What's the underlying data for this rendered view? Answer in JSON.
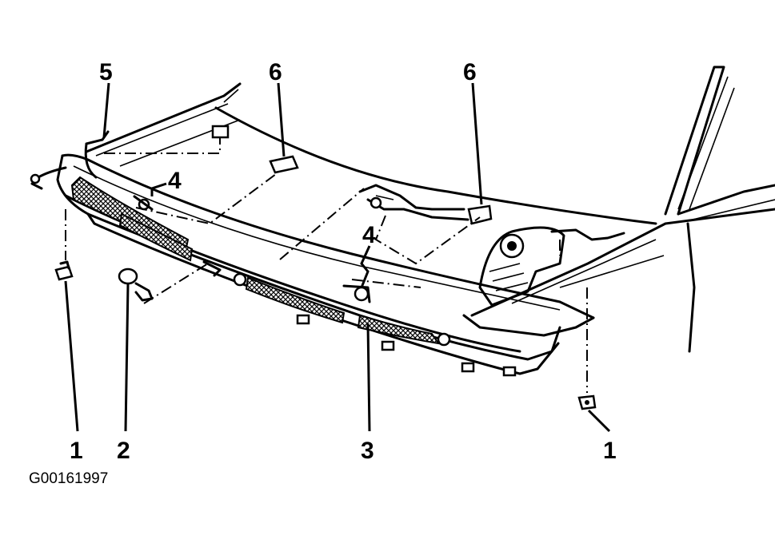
{
  "figure": {
    "id_label": "G00161997"
  },
  "callouts": {
    "c1_left": "1",
    "c1_right": "1",
    "c2": "2",
    "c3": "3",
    "c4_left": "4",
    "c4_center": "4",
    "c5": "5",
    "c6_left": "6",
    "c6_right": "6"
  }
}
